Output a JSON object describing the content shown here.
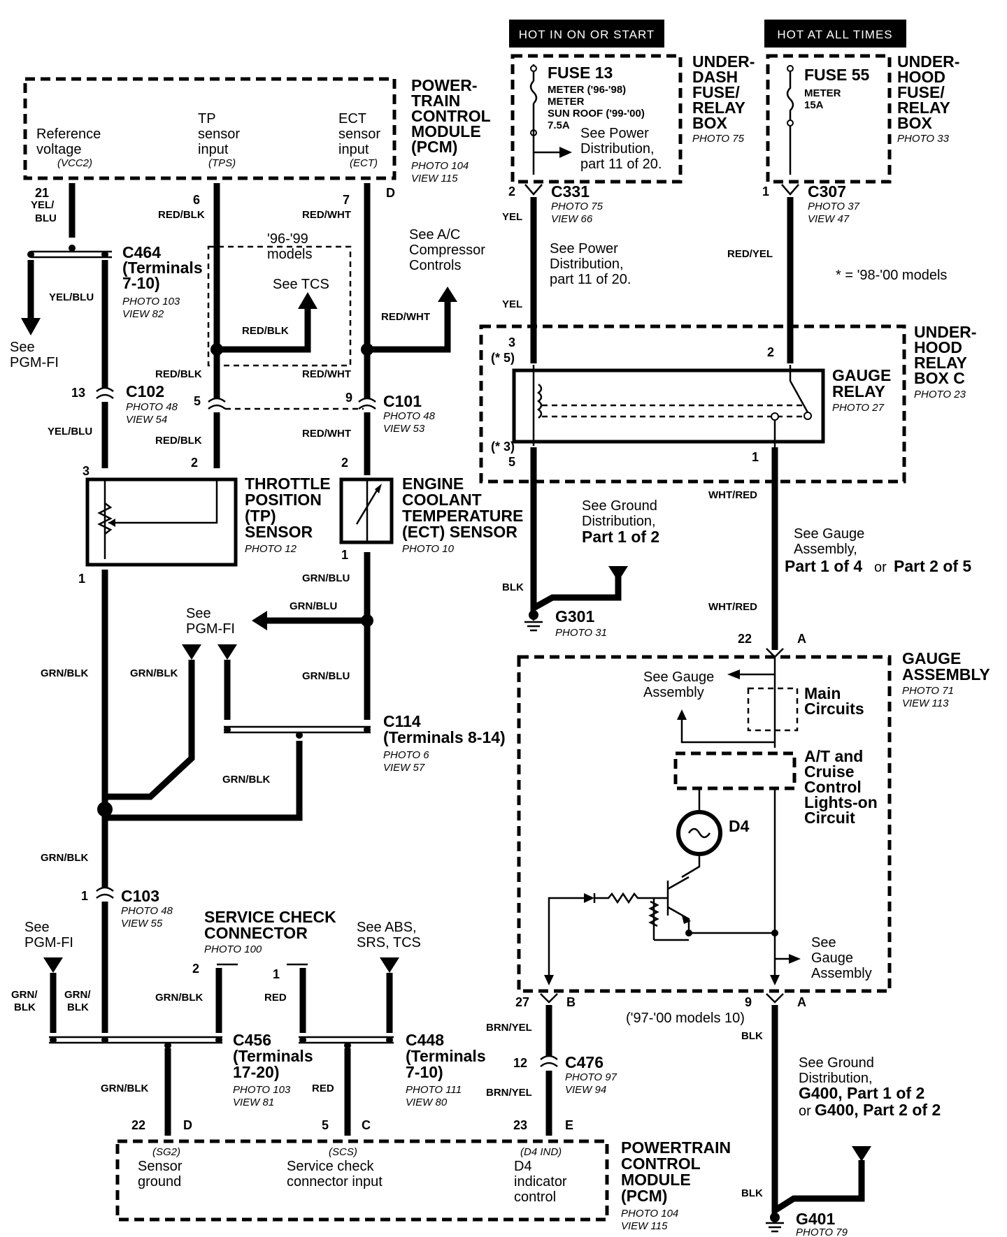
{
  "headers": {
    "hot_in_on": "HOT IN ON OR START",
    "hot_at_all": "HOT AT ALL TIMES"
  },
  "pcm_top": {
    "title": [
      "POWER-",
      "TRAIN",
      "CONTROL",
      "MODULE",
      "(PCM)"
    ],
    "photo": "PHOTO 104",
    "view": "VIEW 115",
    "ref_voltage": [
      "Reference",
      "voltage"
    ],
    "ref_code": "(VCC2)",
    "tp_input": [
      "TP",
      "sensor",
      "input"
    ],
    "tp_code": "(TPS)",
    "ect_input": [
      "ECT",
      "sensor",
      "input"
    ],
    "ect_code": "(ECT)",
    "pin21": "21",
    "pin6": "6",
    "pin7": "7",
    "pinD": "D"
  },
  "wires": {
    "yel_blu": "YEL/\nBLU",
    "yel_blu_a": "YEL/",
    "yel_blu_b": "BLU",
    "yel_blu_1": "YEL/BLU",
    "yel_blu_2": "YEL/BLU",
    "red_blk_1": "RED/BLK",
    "red_blk_2": "RED/BLK",
    "red_blk_3": "RED/BLK",
    "red_blk_4": "RED/BLK",
    "red_wht_1": "RED/WHT",
    "red_wht_2": "RED/WHT",
    "red_wht_3": "RED/WHT",
    "red_wht_4": "RED/WHT",
    "grn_blu_1": "GRN/BLU",
    "grn_blu_2": "GRN/BLU",
    "grn_blu_3": "GRN/BLU",
    "grn_blk_1": "GRN/BLK",
    "grn_blk_2": "GRN/BLK",
    "grn_blk_3": "GRN/BLK",
    "grn_blk_4": "GRN/BLK",
    "grn_blk_5": "GRN/BLK",
    "grn_blk_6": "GRN/BLK",
    "grn_a": "GRN/",
    "blk_a": "BLK",
    "grn_b": "GRN/",
    "blk_b": "BLK",
    "red_1": "RED",
    "red_2": "RED",
    "yel_1": "YEL",
    "yel_2": "YEL",
    "red_yel": "RED/YEL",
    "blk_1": "BLK",
    "blk_2": "BLK",
    "blk_3": "BLK",
    "wht_red_1": "WHT/RED",
    "wht_red_2": "WHT/RED",
    "brn_yel_1": "BRN/YEL",
    "brn_yel_2": "BRN/YEL"
  },
  "c464": {
    "name": "C464",
    "terms": [
      "(Terminals",
      "7-10)"
    ],
    "photo": "PHOTO 103",
    "view": "VIEW 82"
  },
  "see_pgmfi_1": [
    "See",
    "PGM-FI"
  ],
  "tcs_box": {
    "line1": "'96-'99",
    "line2": "models",
    "line3": "See  TCS"
  },
  "ac": [
    "See A/C",
    "Compressor",
    "Controls"
  ],
  "c102": {
    "name": "C102",
    "photo": "PHOTO 48",
    "view": "VIEW 54",
    "pin": "13"
  },
  "c101": {
    "name": "C101",
    "photo": "PHOTO 48",
    "view": "VIEW 53",
    "pin": "9"
  },
  "pin5_c102": "5",
  "tp_sensor": {
    "title": [
      "THROTTLE",
      "POSITION",
      "(TP)",
      "SENSOR"
    ],
    "photo": "PHOTO 12",
    "pin3": "3",
    "pin2": "2",
    "pin1": "1"
  },
  "ect_sensor": {
    "title": [
      "ENGINE",
      "COOLANT",
      "TEMPERATURE",
      "(ECT) SENSOR"
    ],
    "photo": "PHOTO 10",
    "pin2": "2",
    "pin1": "1"
  },
  "see_pgmfi_2": [
    "See",
    "PGM-FI"
  ],
  "c114": {
    "name": "C114",
    "terms": "(Terminals 8-14)",
    "photo": "PHOTO 6",
    "view": "VIEW 57"
  },
  "c103": {
    "name": "C103",
    "photo": "PHOTO 48",
    "view": "VIEW 55",
    "pin": "1"
  },
  "see_pgmfi_3": [
    "See",
    "PGM-FI"
  ],
  "scc": {
    "title": [
      "SERVICE CHECK",
      "CONNECTOR"
    ],
    "photo": "PHOTO 100",
    "pin2": "2",
    "pin1": "1"
  },
  "see_abs": [
    "See ABS,",
    "SRS, TCS"
  ],
  "c456": {
    "name": "C456",
    "terms": [
      "(Terminals",
      "17-20)"
    ],
    "photo": "PHOTO 103",
    "view": "VIEW 81"
  },
  "c448": {
    "name": "C448",
    "terms": [
      "(Terminals",
      "7-10)"
    ],
    "photo": "PHOTO 111",
    "view": "VIEW 80"
  },
  "pcm_bottom": {
    "title": [
      "POWERTRAIN",
      "CONTROL",
      "MODULE",
      "(PCM)"
    ],
    "photo": "PHOTO 104",
    "view": "VIEW 115",
    "sg2_code": "(SG2)",
    "sg2": [
      "Sensor",
      "ground"
    ],
    "scs_code": "(SCS)",
    "scs": [
      "Service check",
      "connector input"
    ],
    "d4_code": "(D4 IND)",
    "d4": [
      "D4",
      "indicator",
      "control"
    ],
    "pin22": "22",
    "pinD": "D",
    "pin5": "5",
    "pinC": "C",
    "pin23": "23",
    "pinE": "E"
  },
  "fuse13": {
    "name": "FUSE 13",
    "line1": "METER ('96-'98)",
    "line2": "METER",
    "line3": "SUN ROOF ('99-'00)",
    "line4": "7.5A",
    "see_power": [
      "See Power",
      "Distribution,",
      "part 11 of 20."
    ]
  },
  "underdash": {
    "title": [
      "UNDER-",
      "DASH",
      "FUSE/",
      "RELAY",
      "BOX"
    ],
    "photo": "PHOTO 75"
  },
  "fuse55": {
    "name": "FUSE 55",
    "line1": "METER",
    "line2": "15A"
  },
  "underhood_fuse": {
    "title": [
      "UNDER-",
      "HOOD",
      "FUSE/",
      "RELAY",
      "BOX"
    ],
    "photo": "PHOTO 33"
  },
  "c331": {
    "name": "C331",
    "photo": "PHOTO 75",
    "view": "VIEW 66",
    "pin": "2"
  },
  "c307": {
    "name": "C307",
    "photo": "PHOTO 37",
    "view": "VIEW 47",
    "pin": "1"
  },
  "see_power_2": [
    "See Power",
    "Distribution,",
    "part 11 of 20."
  ],
  "star_note": "* = '98-'00 models",
  "relay_box": {
    "title": [
      "UNDER-",
      "HOOD",
      "RELAY",
      "BOX C"
    ],
    "photo": "PHOTO 23"
  },
  "gauge_relay": {
    "title": [
      "GAUGE",
      "RELAY"
    ],
    "photo": "PHOTO 27",
    "pin3": "3",
    "pin5s": "(* 5)",
    "pin2": "2",
    "pin3s": "(* 3)",
    "pin5": "5",
    "pin1": "1"
  },
  "see_ground_1": [
    "See Ground",
    "Distribution,",
    "Part 1 of 2"
  ],
  "g301": {
    "name": "G301",
    "photo": "PHOTO 31"
  },
  "see_gauge_1": {
    "a": "See Gauge",
    "b": "Assembly,",
    "c": "Part 1 of 4",
    "or": "or",
    "d": "Part 2 of 5"
  },
  "gauge_assembly": {
    "title": [
      "GAUGE",
      "ASSEMBLY"
    ],
    "photo": "PHOTO 71",
    "view": "VIEW 113",
    "pin22": "22",
    "pinA": "A"
  },
  "see_gauge_2": [
    "See Gauge",
    "Assembly"
  ],
  "main_circuits": [
    "Main",
    "Circuits"
  ],
  "at_cruise": [
    "A/T and",
    "Cruise",
    "Control",
    "Lights-on",
    "Circuit"
  ],
  "d4_lamp": "D4",
  "see_gauge_3": [
    "See",
    "Gauge",
    "Assembly"
  ],
  "gauge_pins": {
    "p27": "27",
    "pB": "B",
    "p9": "9",
    "pA": "A",
    "note": "('97-'00 models 10)"
  },
  "c476": {
    "name": "C476",
    "photo": "PHOTO 97",
    "view": "VIEW 94",
    "pin": "12"
  },
  "see_ground_2": {
    "a": "See Ground",
    "b": "Distribution,",
    "c": "G400, Part 1 of 2",
    "or": "or",
    "d": "G400, Part 2 of 2"
  },
  "g401": {
    "name": "G401",
    "photo": "PHOTO 79"
  }
}
